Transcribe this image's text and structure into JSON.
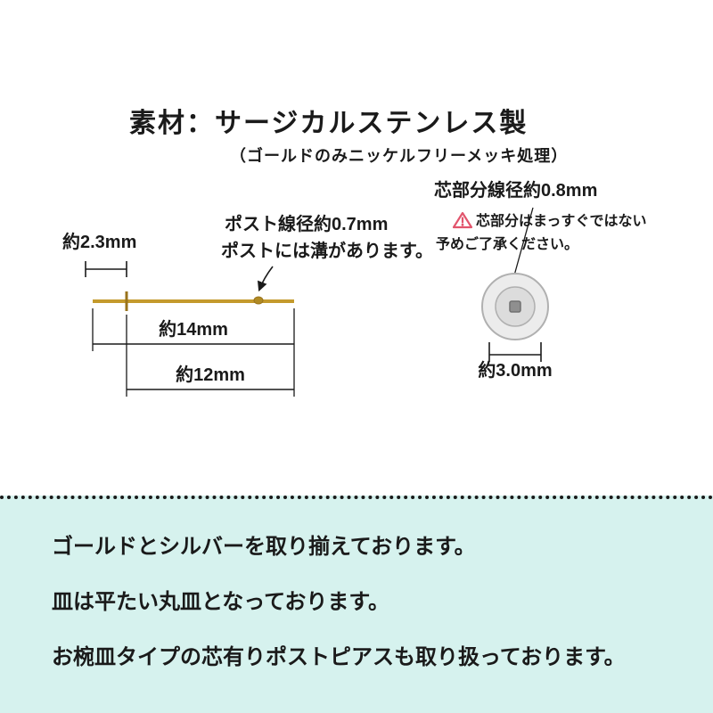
{
  "colors": {
    "page_bg": "#ffffff",
    "text": "#1a1a1a",
    "section_bg": "#d6f2ee",
    "post_gold": "#c49a2c",
    "post_gold_dark": "#99731c",
    "catch_outer_fill": "#ececec",
    "catch_mid_fill": "#dcdcdc",
    "catch_stroke": "#b0b0b0",
    "catch_core_fill": "#8f8f8f",
    "warning_red": "#e2556d",
    "dim_line": "#1a1a1a"
  },
  "header": {
    "title": "素材：サージカルステンレス製",
    "subtitle": "（ゴールドのみニッケルフリーメッキ処理）"
  },
  "post_diagram": {
    "plate_diameter_label": "約2.3mm",
    "wire_diameter_label": "ポスト線径約0.7mm",
    "groove_note": "ポストには溝があります。",
    "total_length_label": "約14mm",
    "post_length_label": "約12mm"
  },
  "catch_diagram": {
    "core_diameter_label": "芯部分線径約0.8mm",
    "warning_icon": "warning-triangle",
    "warning_line1": "芯部分はまっすぐではない",
    "warning_line2": "予めご了承ください。",
    "width_label": "約3.0mm"
  },
  "notes": [
    "ゴールドとシルバーを取り揃えております。",
    "皿は平たい丸皿となっております。",
    "お椀皿タイプの芯有りポストピアスも取り扱っております。"
  ]
}
